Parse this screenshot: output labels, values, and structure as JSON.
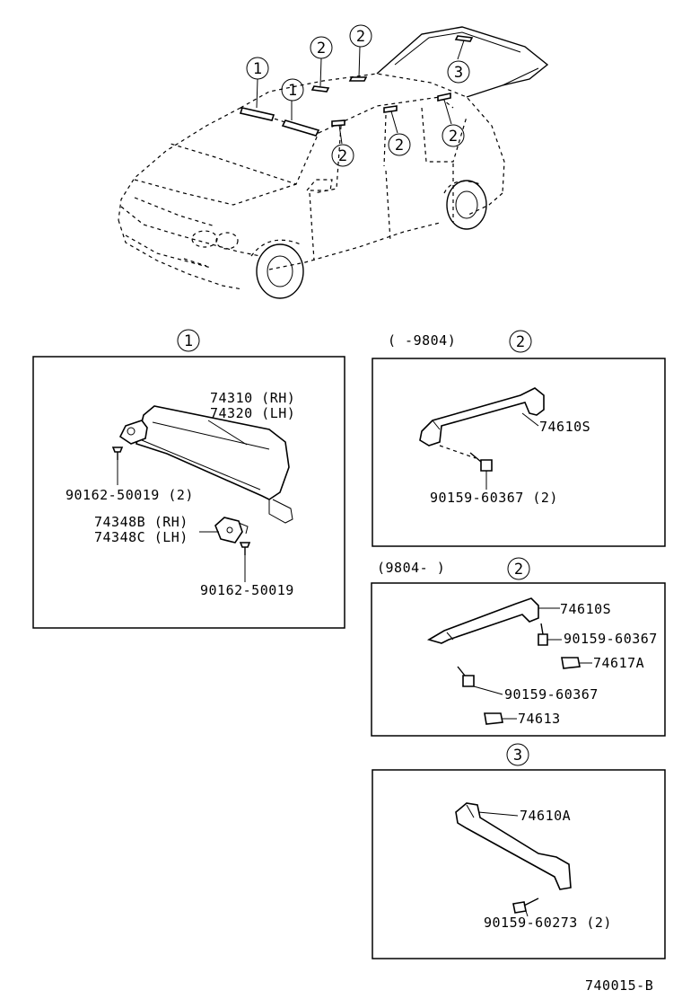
{
  "overview": {
    "callouts": [
      {
        "label": "1"
      },
      {
        "label": "1"
      },
      {
        "label": "2"
      },
      {
        "label": "2"
      },
      {
        "label": "2"
      },
      {
        "label": "2"
      },
      {
        "label": "2"
      },
      {
        "label": "3"
      }
    ]
  },
  "section1": {
    "header": "1",
    "parts": {
      "visor_rh": "74310  (RH)",
      "visor_lh": "74320  (LH)",
      "screw_top": "90162-50019 (2)",
      "holder_rh": "74348B (RH)",
      "holder_lh": "74348C (LH)",
      "screw_bottom": "90162-50019"
    }
  },
  "section2a": {
    "header": "2",
    "date_range": "(      -9804)",
    "parts": {
      "grip": "74610S",
      "screw": "90159-60367 (2)"
    }
  },
  "section2b": {
    "header": "2",
    "date_range": "(9804-      )",
    "parts": {
      "grip": "74610S",
      "screw_right": "90159-60367",
      "cover_a": "74617A",
      "screw_left": "90159-60367",
      "cover": "74613"
    }
  },
  "section3": {
    "header": "3",
    "parts": {
      "grip": "74610A",
      "screw": "90159-60273 (2)"
    }
  },
  "figure_code": "740015-B"
}
